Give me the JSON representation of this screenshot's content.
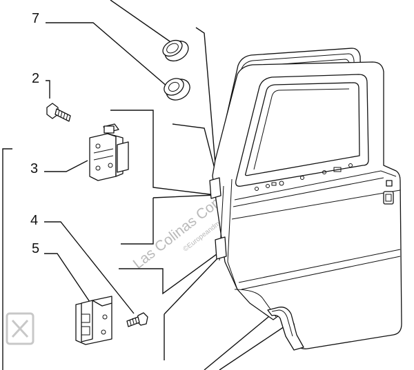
{
  "diagram": {
    "callouts": [
      {
        "id": "label-7",
        "text": "7"
      },
      {
        "id": "label-2",
        "text": "2"
      },
      {
        "id": "label-3",
        "text": "3"
      },
      {
        "id": "label-4",
        "text": "4"
      },
      {
        "id": "label-5",
        "text": "5"
      }
    ],
    "watermark": {
      "main": "Las Colinas Compra and Parts S.L.",
      "sub": "©Europeandmotorparts"
    }
  }
}
